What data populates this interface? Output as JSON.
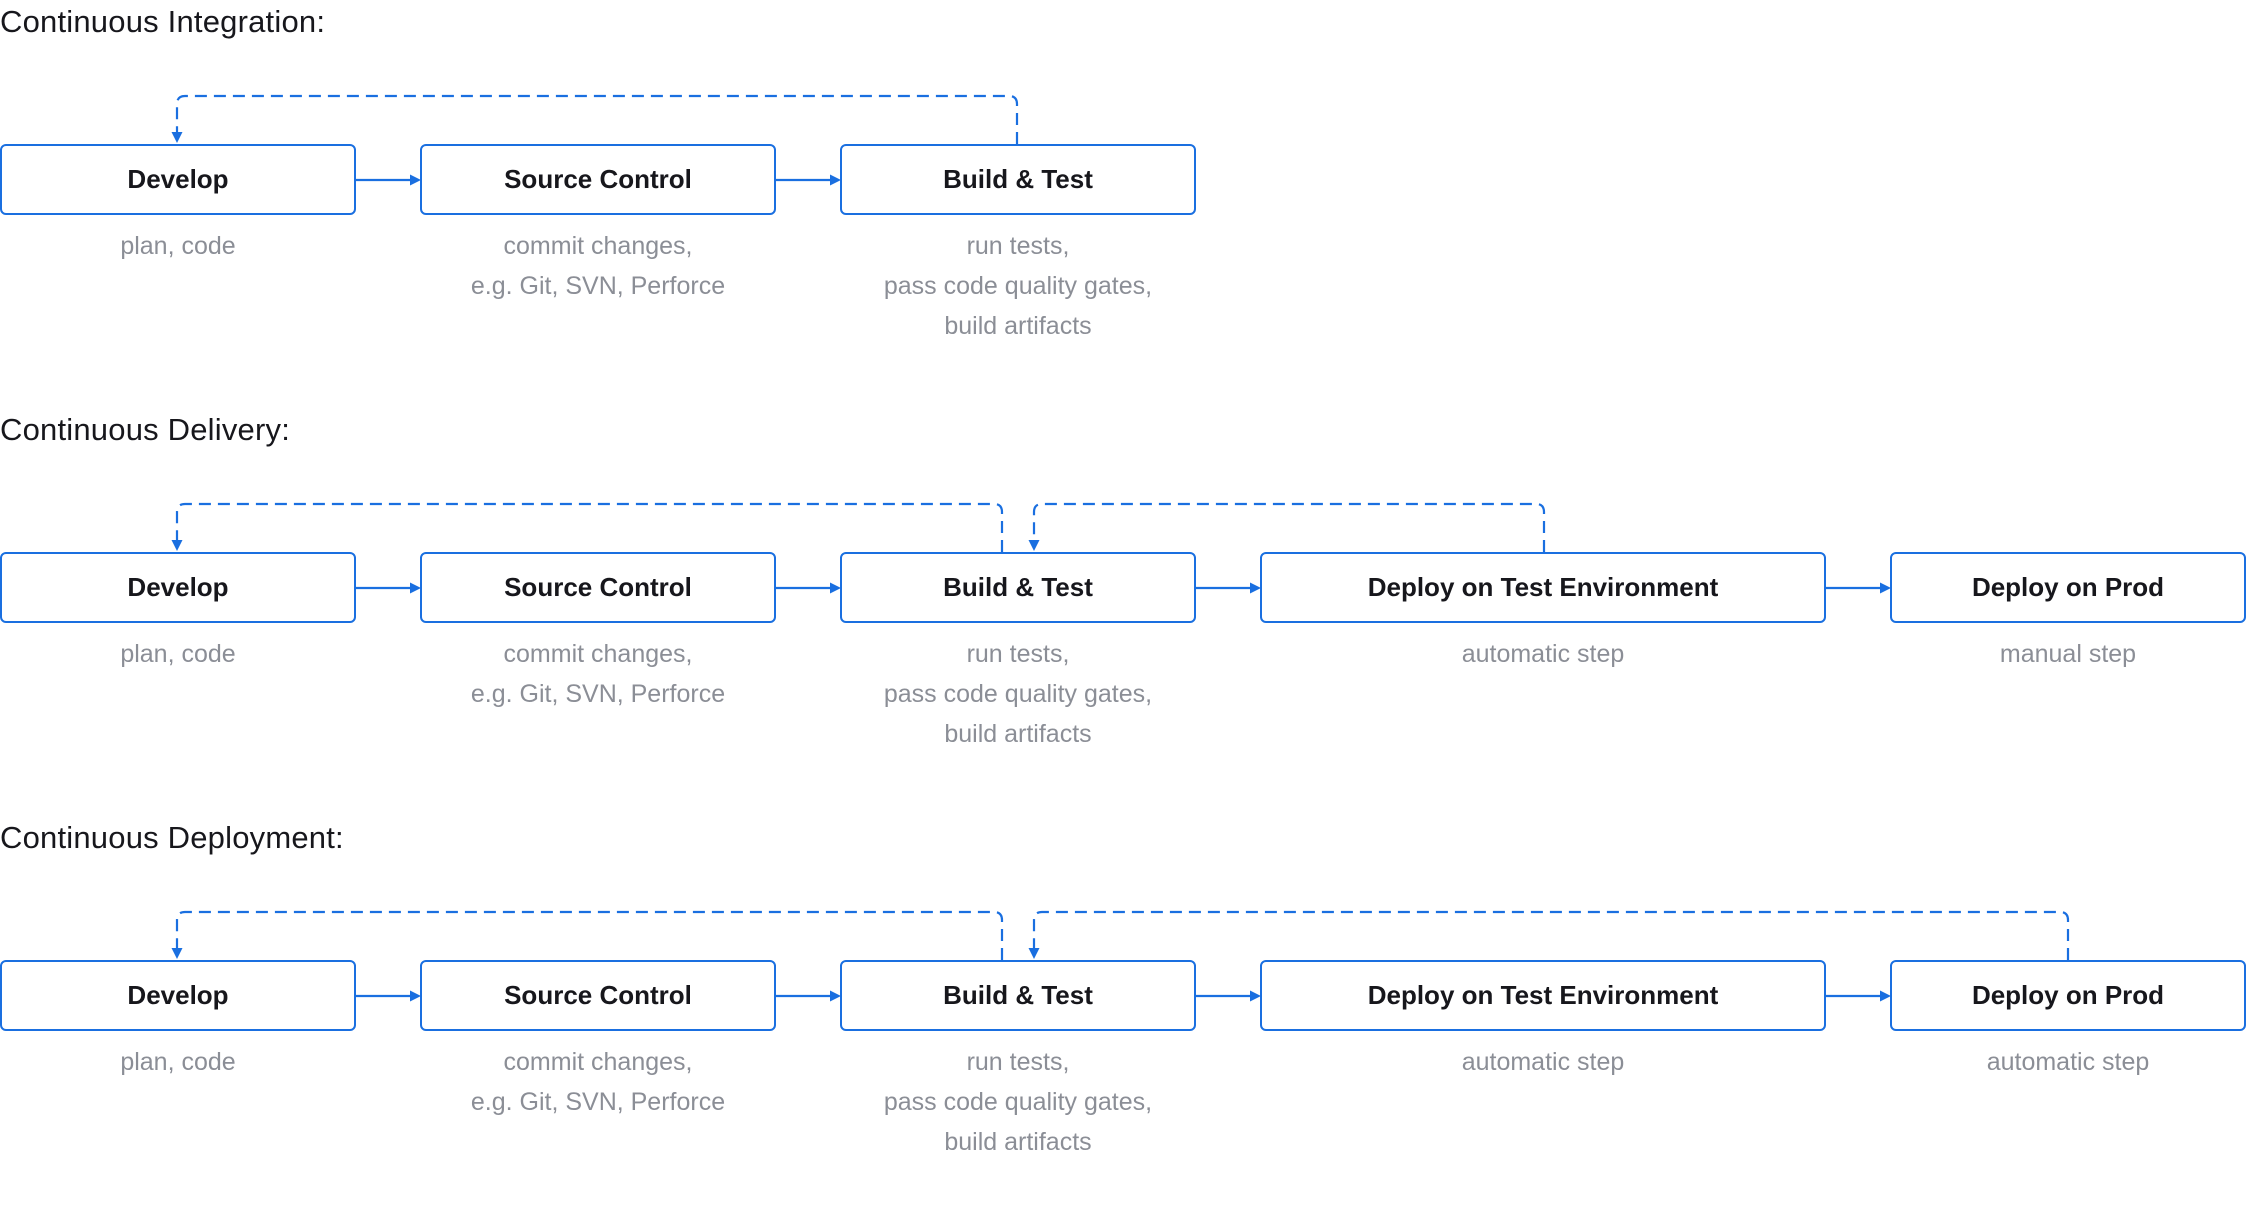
{
  "diagrams": [
    {
      "title": "Continuous Integration:",
      "stages": [
        {
          "label": "Develop",
          "desc": [
            "plan, code"
          ]
        },
        {
          "label": "Source Control",
          "desc": [
            "commit changes,",
            "e.g. Git, SVN, Perforce"
          ]
        },
        {
          "label": "Build & Test",
          "desc": [
            "run tests,",
            "pass code quality gates,",
            "build artifacts"
          ]
        }
      ]
    },
    {
      "title": "Continuous Delivery:",
      "stages": [
        {
          "label": "Develop",
          "desc": [
            "plan, code"
          ]
        },
        {
          "label": "Source Control",
          "desc": [
            "commit changes,",
            "e.g. Git, SVN, Perforce"
          ]
        },
        {
          "label": "Build & Test",
          "desc": [
            "run tests,",
            "pass code quality gates,",
            "build artifacts"
          ]
        },
        {
          "label": "Deploy on Test Environment",
          "desc": [
            "automatic step"
          ]
        },
        {
          "label": "Deploy on Prod",
          "desc": [
            "manual step"
          ]
        }
      ]
    },
    {
      "title": "Continuous Deployment:",
      "stages": [
        {
          "label": "Develop",
          "desc": [
            "plan, code"
          ]
        },
        {
          "label": "Source Control",
          "desc": [
            "commit changes,",
            "e.g. Git, SVN, Perforce"
          ]
        },
        {
          "label": "Build & Test",
          "desc": [
            "run tests,",
            "pass code quality gates,",
            "build artifacts"
          ]
        },
        {
          "label": "Deploy on Test Environment",
          "desc": [
            "automatic step"
          ]
        },
        {
          "label": "Deploy on Prod",
          "desc": [
            "automatic step"
          ]
        }
      ]
    }
  ],
  "colors": {
    "accent": "#1a6fe0",
    "title": "#17171c",
    "box_text": "#17171c",
    "desc_text": "#8b8e96"
  }
}
